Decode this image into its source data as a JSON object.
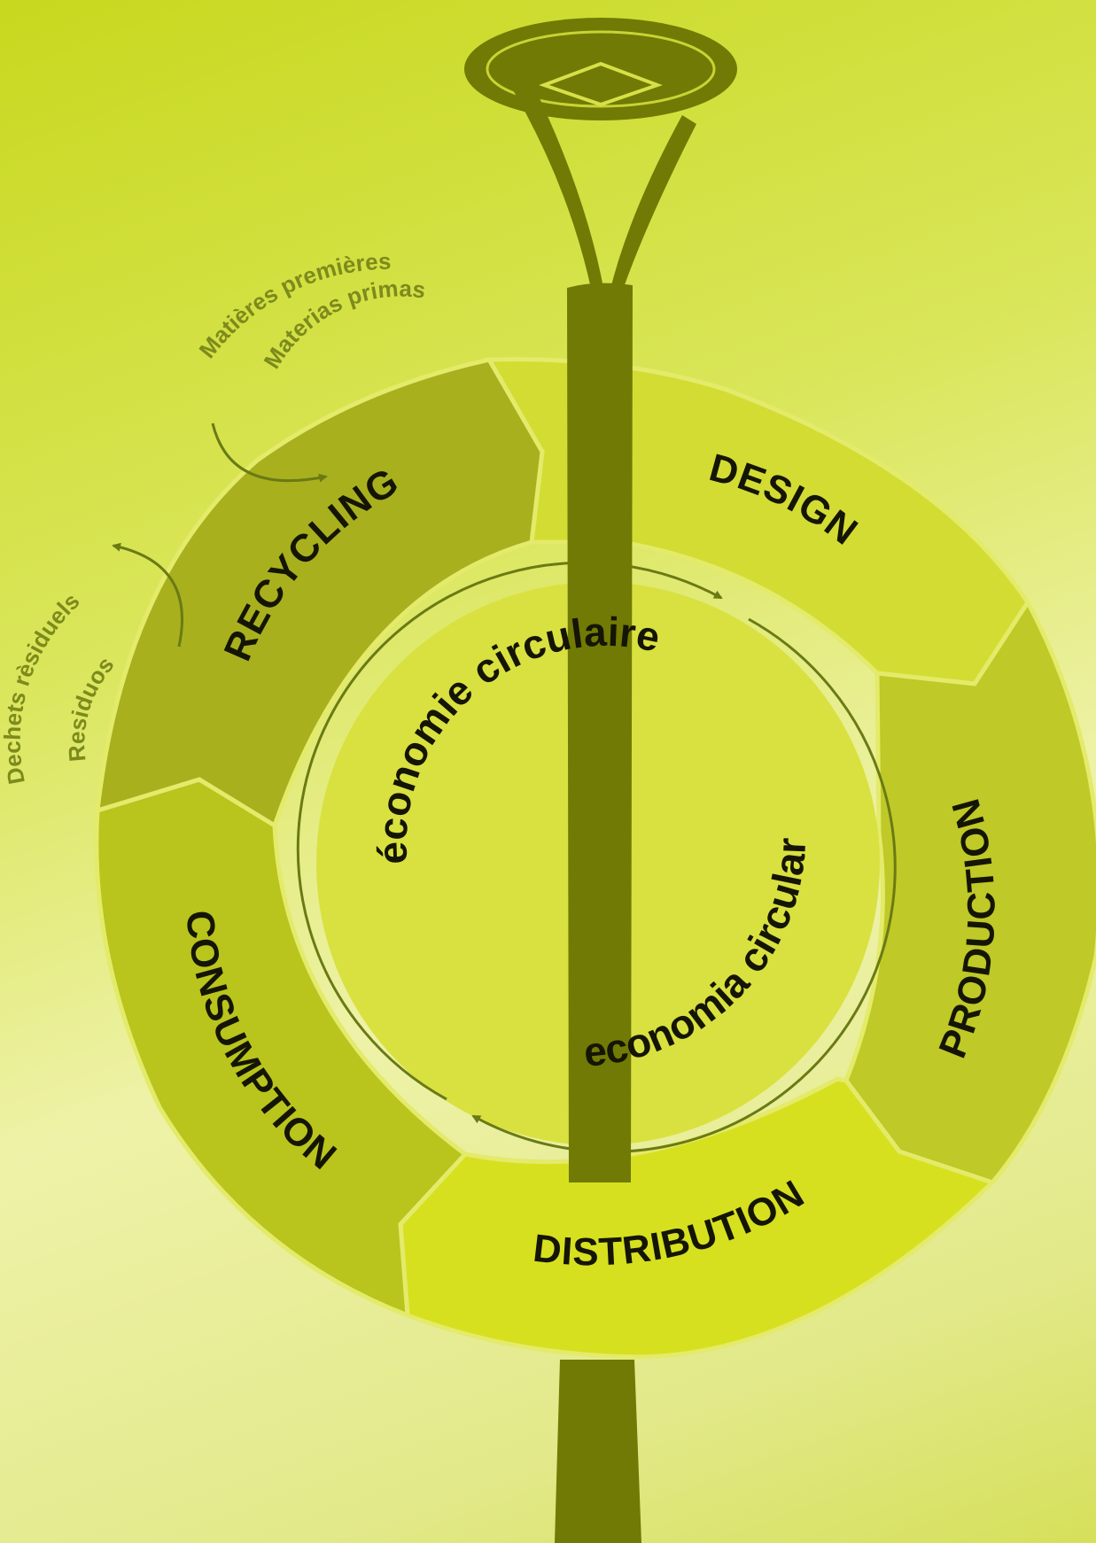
{
  "center": {
    "line1": "économie circulaire",
    "line2": "economia circular"
  },
  "stages": [
    {
      "id": "design",
      "label": "DESIGN"
    },
    {
      "id": "production",
      "label": "PRODUCTION"
    },
    {
      "id": "distribution",
      "label": "DISTRIBUTION"
    },
    {
      "id": "consumption",
      "label": "CONSUMPTION"
    },
    {
      "id": "recycling",
      "label": "RECYCLING"
    }
  ],
  "inputs": {
    "raw_materials_fr": "Matières premières",
    "raw_materials_es": "Materias primas"
  },
  "outputs": {
    "residual_waste_fr": "Dechets rèsiduels",
    "residual_waste_es": "Residuos"
  },
  "colors": {
    "lamp": "#717a04",
    "design": "#d3dc33",
    "production": "#bfc927",
    "distribution": "#d6e01f",
    "consumption": "#b9c41d",
    "recycling": "#a8b01e",
    "inner_disc": "#d9e140",
    "input_output_text": "#7d8a1c"
  }
}
